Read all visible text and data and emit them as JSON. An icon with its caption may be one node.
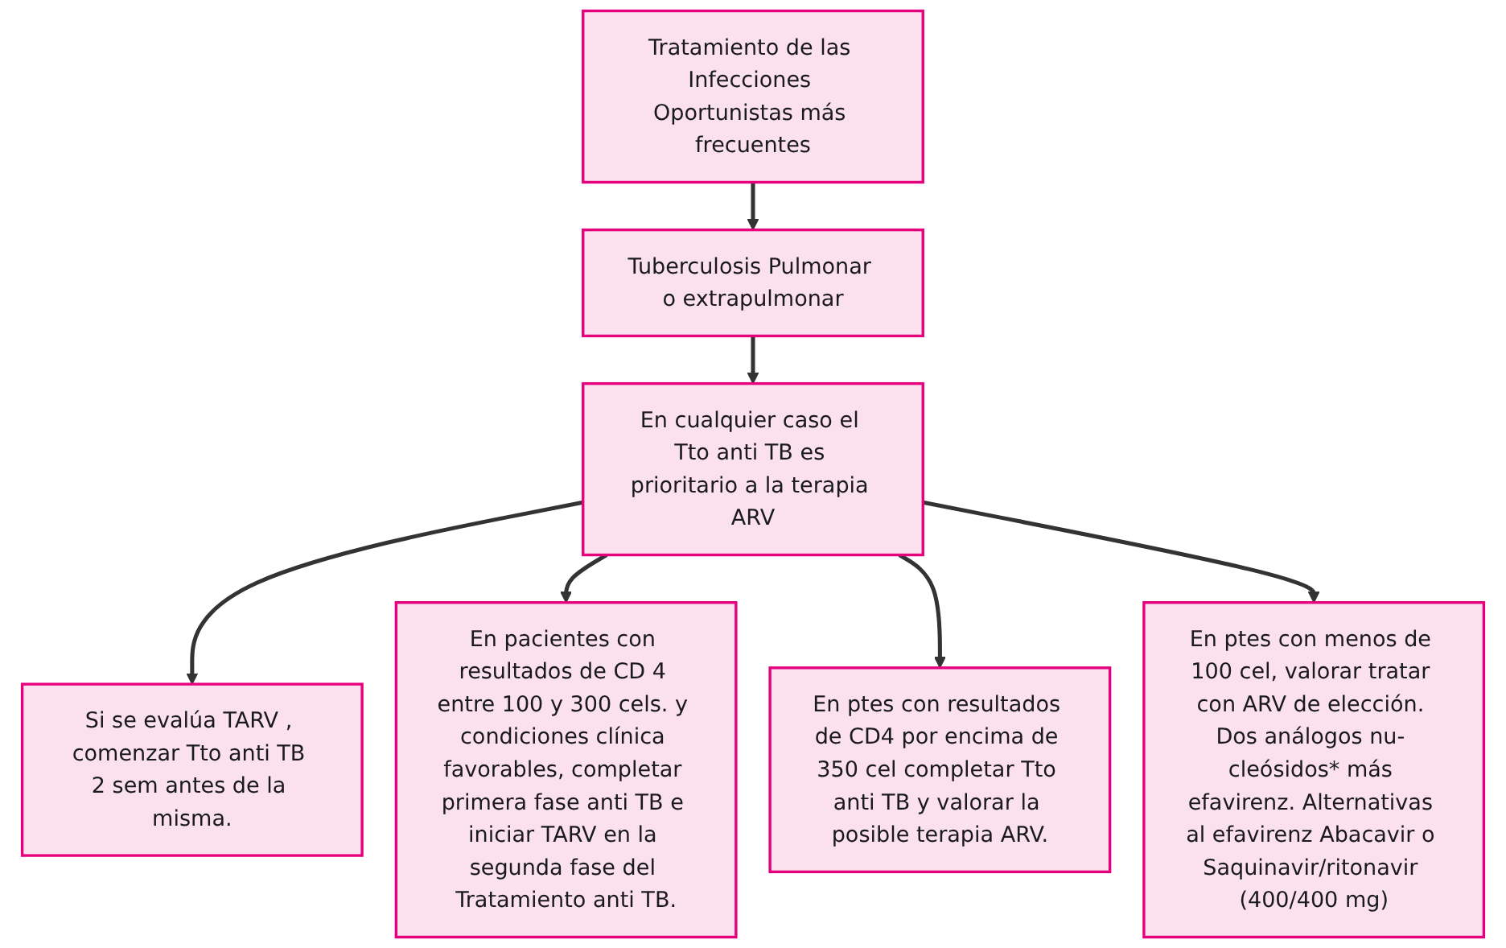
{
  "diagram": {
    "nodes": [
      {
        "text": [
          "Tratamiento de las Infecciones Oportunistas más frecuentes"
        ]
      },
      {
        "text": [
          "Tuberculosis Pulmonar o extrapulmonar"
        ]
      },
      {
        "text": [
          "En cualquier caso el Tto anti TB es prioritario a la terapia ARV"
        ]
      },
      {
        "text": [
          "Si se evalúa TARV , comenzar Tto anti TB 2 sem antes de la misma."
        ]
      },
      {
        "text": [
          "En pacientes con resultados de CD 4 entre 100 y 300 cels. y condiciones clínica favorables, completar primera fase anti TB e iniciar TARV en la segunda fase del Tratamiento anti TB."
        ]
      },
      {
        "text": [
          "En ptes con resultados de CD4 por encima de 350 cel completar Tto anti TB y valorar la posible terapia ARV."
        ]
      },
      {
        "text": [
          "En ptes con menos de 100 cel, valorar tratar con ARV de elección. Dos análogos nu- cleósidos* más efavirenz. Alternativas al efavirenz Abacavir o Saquinavir/ritonavir (400/400 mg)"
        ]
      }
    ],
    "edges": [
      {
        "from": 0,
        "to": 1,
        "arrow": "to"
      },
      {
        "from": 1,
        "to": 2,
        "arrow": "to"
      },
      {
        "from": 2,
        "to": 3,
        "arrow": "to"
      },
      {
        "from": 2,
        "to": 4,
        "arrow": "to"
      },
      {
        "from": 2,
        "to": 5,
        "arrow": "to"
      },
      {
        "from": 2,
        "to": 6,
        "arrow": "to"
      }
    ]
  }
}
